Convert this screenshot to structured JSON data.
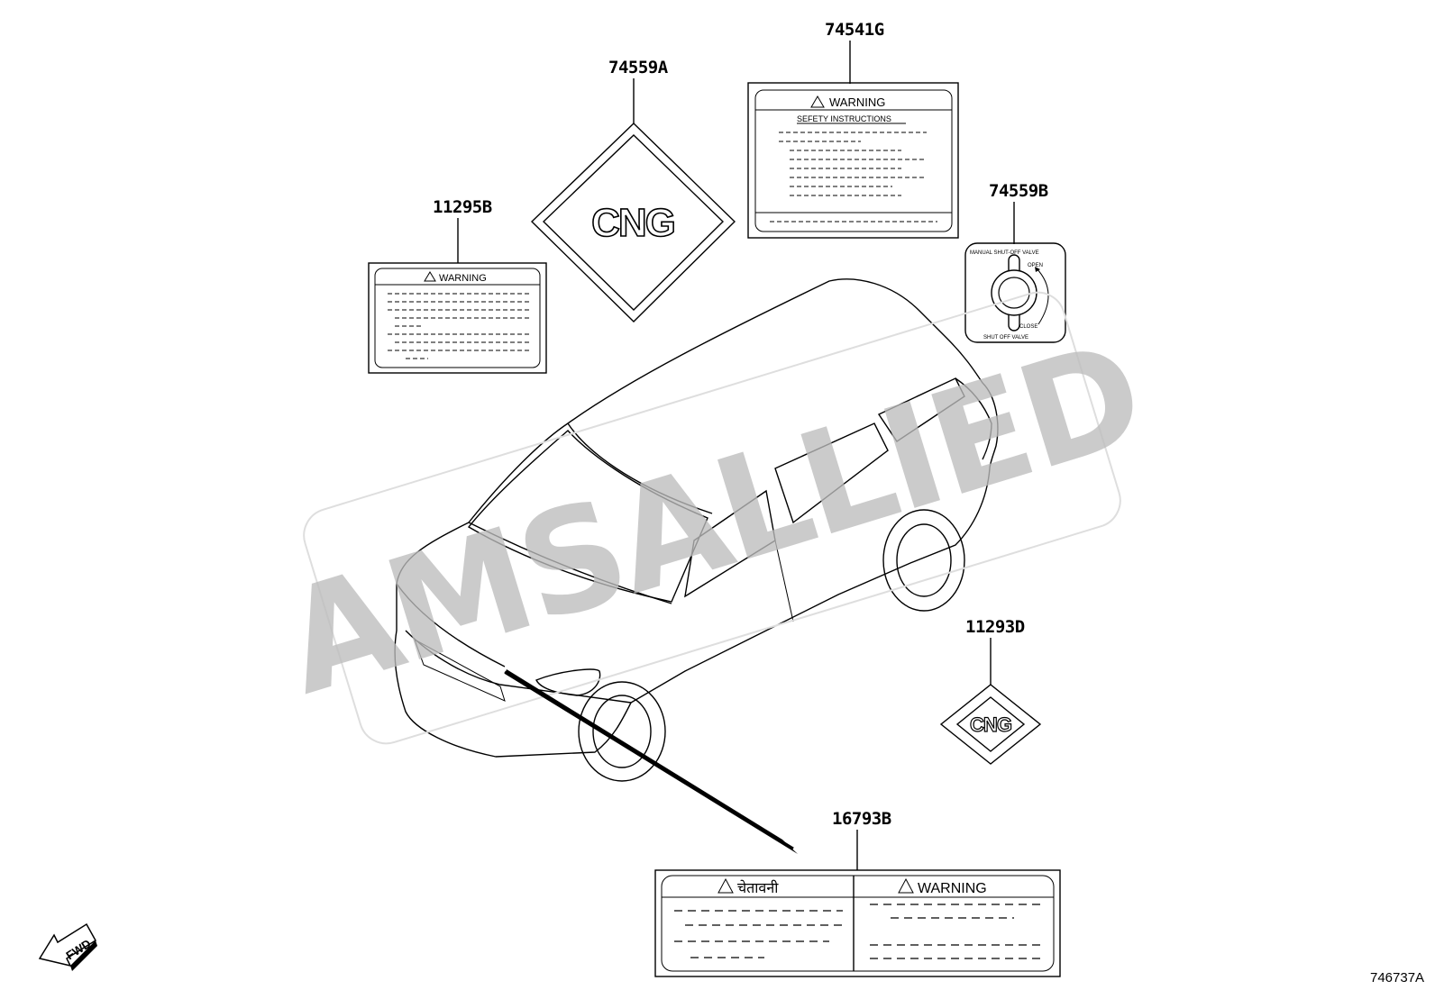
{
  "diagram": {
    "part_labels": {
      "p74559A": "74559A",
      "p74541G": "74541G",
      "p11295B": "11295B",
      "p74559B": "74559B",
      "p11293D": "11293D",
      "p16793B": "16793B"
    },
    "labels_text": {
      "warning": "WARNING",
      "warning_hindi": "चेतावनी",
      "safety_instructions": "SEFETY INSTRUCTIONS",
      "cng": "CNG",
      "valve_top": "MANUAL SHUT-OFF VALVE",
      "valve_open": "OPEN",
      "valve_close": "CLOSE",
      "valve_bottom": "SHUT OFF VALVE"
    },
    "fwd": "FWD",
    "diagram_code": "746737A",
    "watermark": "AMSALLIED"
  }
}
